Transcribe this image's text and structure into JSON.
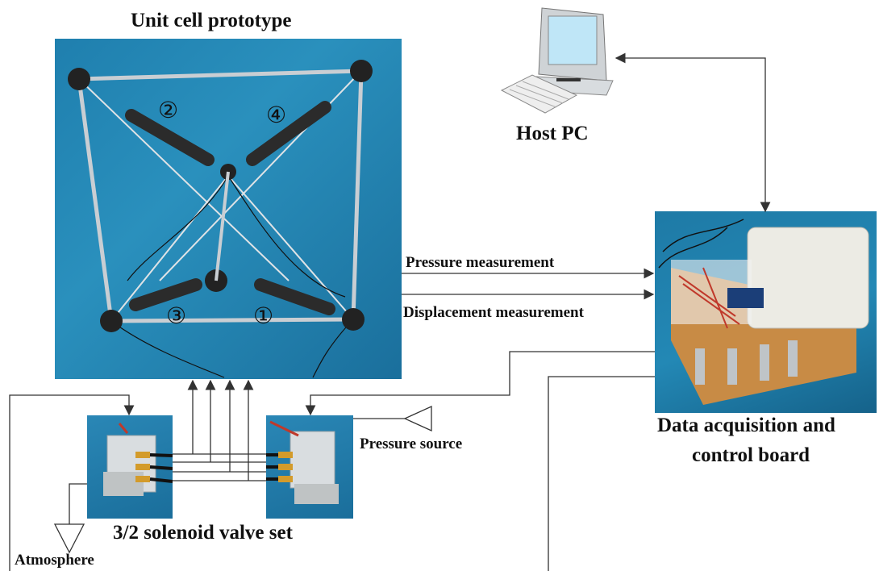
{
  "labels": {
    "unit_cell_title": "Unit cell prototype",
    "host_pc": "Host PC",
    "daq_line1": "Data acquisition and",
    "daq_line2": "control board",
    "pressure_measurement": "Pressure measurement",
    "displacement_measurement": "Displacement measurement",
    "pressure_source": "Pressure source",
    "solenoid_valve_set": "3/2 solenoid valve set",
    "atmosphere": "Atmosphere"
  },
  "actuator_numbers": {
    "a1": "①",
    "a2": "②",
    "a3": "③",
    "a4": "④"
  },
  "colors": {
    "line": "#333333",
    "photo_background": "#1f7fae"
  }
}
